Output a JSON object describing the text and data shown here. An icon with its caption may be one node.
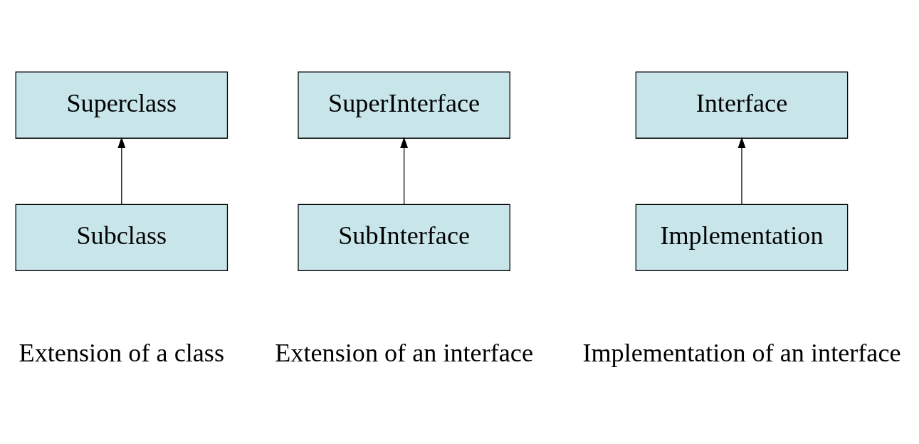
{
  "diagram": {
    "nodes": [
      {
        "text": [
          "Superclass"
        ]
      },
      {
        "text": [
          "SuperInterface"
        ]
      },
      {
        "text": [
          "Interface"
        ]
      },
      {
        "text": [
          "Subclass"
        ]
      },
      {
        "text": [
          "SubInterface"
        ]
      },
      {
        "text": [
          "Implementation"
        ]
      }
    ],
    "edges": [
      {
        "from": 3,
        "to": 0,
        "arrow": "to"
      },
      {
        "from": 4,
        "to": 1,
        "arrow": "to"
      },
      {
        "from": 5,
        "to": 2,
        "arrow": "to"
      }
    ],
    "labels": [
      "Extension of a class",
      "Extension of an interface",
      "Implementation of an interface"
    ]
  }
}
